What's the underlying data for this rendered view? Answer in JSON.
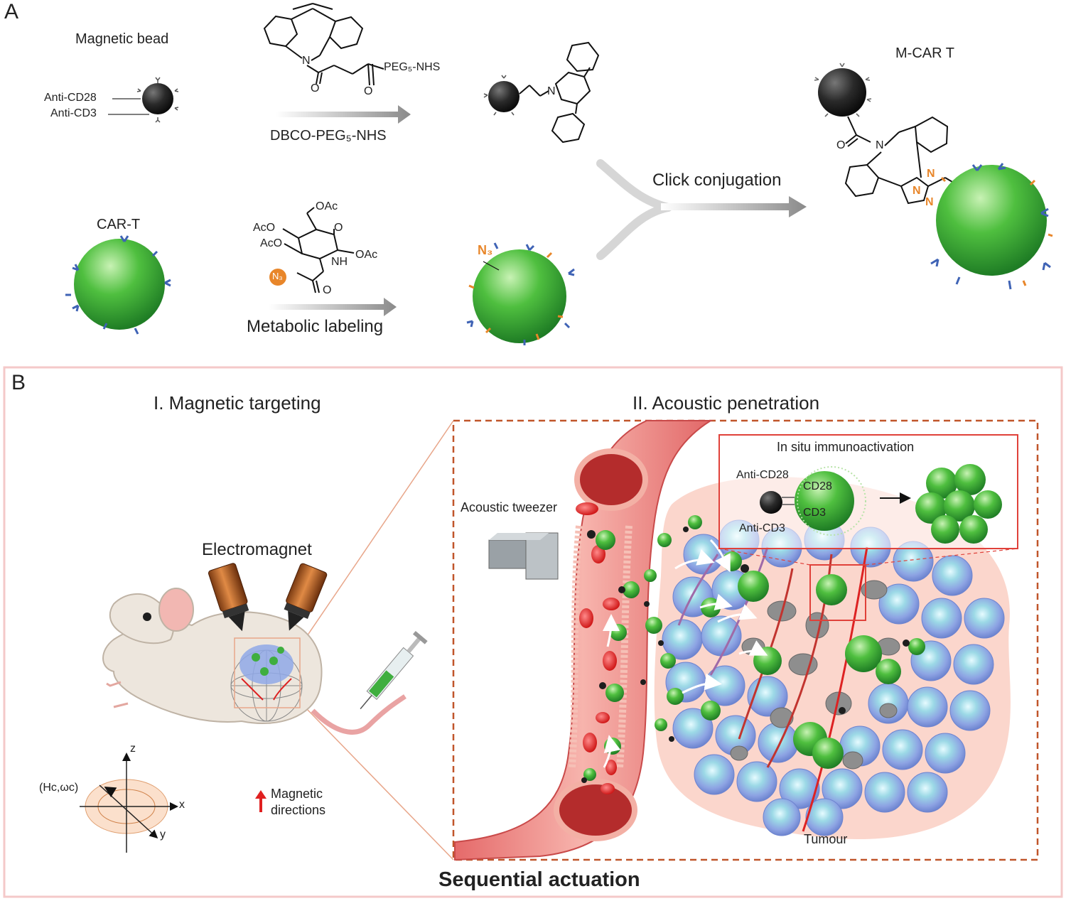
{
  "panel_a": {
    "letter": "A",
    "magnetic_bead_label": "Magnetic bead",
    "anti_cd28": "Anti-CD28",
    "anti_cd3": "Anti-CD3",
    "peg_label": "PEG₅-NHS",
    "dbco_reagent": "DBCO-PEG₅-NHS",
    "m_car_t": "M-CAR T",
    "click_conjugation": "Click conjugation",
    "car_t": "CAR-T",
    "metabolic_labeling": "Metabolic labeling",
    "n3": "N₃",
    "oac1": "OAc",
    "aco1": "AcO",
    "aco2": "AcO",
    "oac2": "OAc",
    "nh": "NH",
    "o_ring": "O",
    "o_carbonyl1": "O",
    "o_carbonyl2": "O",
    "o_carbonyl3": "O",
    "o_amide": "O",
    "n_dbco": "N",
    "n_bead": "N",
    "n_final": "N",
    "triazole_n1": "N",
    "triazole_n2": "N",
    "triazole_n3": "N"
  },
  "panel_b": {
    "letter": "B",
    "magnetic_targeting": "I. Magnetic targeting",
    "acoustic_penetration": "II. Acoustic penetration",
    "electromagnet": "Electromagnet",
    "acoustic_tweezer": "Acoustic tweezer",
    "in_situ": "In situ immunoactivation",
    "anti_cd28": "Anti-CD28",
    "anti_cd3": "Anti-CD3",
    "cd28": "CD28",
    "cd3": "CD3",
    "tumour": "Tumour",
    "axis_z": "z",
    "axis_x": "x",
    "axis_y": "y",
    "field_label": "(Hc,ωc)",
    "magnetic_directions_1": "Magnetic",
    "magnetic_directions_2": "directions",
    "sequential_actuation": "Sequential actuation"
  },
  "colors": {
    "panel_b_border": "#f4c9c9",
    "dashed_box": "#c0552a",
    "inset_border": "#e0413a",
    "car_t_green": "#3fae3f",
    "bead_black": "#1e1e1e",
    "vessel_red": "#e05656",
    "tumour_blue": "#8fa8e8",
    "azide_orange": "#e8862a"
  }
}
